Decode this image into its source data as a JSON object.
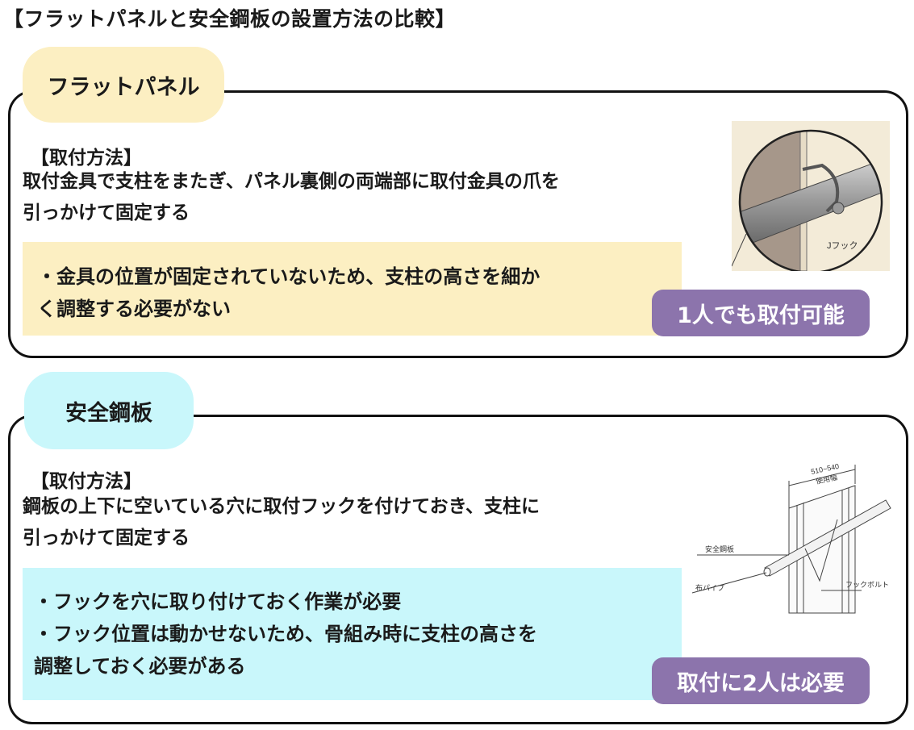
{
  "title": "【フラットパネルと安全鋼板の設置方法の比較】",
  "flat_panel": {
    "tab": "フラットパネル",
    "method_header": "【取付方法】",
    "method_lines": [
      "取付金具で支柱をまたぎ、パネル裏側の両端部に取付金具の爪を",
      "引っかけて固定する"
    ],
    "note_lines": [
      "・金具の位置が固定されていないため、支柱の高さを細か",
      "く調整する必要がない"
    ],
    "badge": "1人でも取付可能",
    "illus_label": "Jフック"
  },
  "steel_plate": {
    "tab": "安全鋼板",
    "method_header": "【取付方法】",
    "method_lines": [
      "鋼板の上下に空いている穴に取付フックを付けておき、支柱に",
      "引っかけて固定する"
    ],
    "note_lines": [
      "・フックを穴に取り付けておく作業が必要",
      "・フック位置は動かせないため、骨組み時に支柱の高さを",
      "調整しておく必要がある"
    ],
    "badge": "取付に2人は必要",
    "illus_labels": {
      "dimension": "510~540",
      "usage_width": "使用幅",
      "plate": "安全鋼板",
      "pipe": "布パイプ",
      "bolt": "フックボルト"
    }
  }
}
